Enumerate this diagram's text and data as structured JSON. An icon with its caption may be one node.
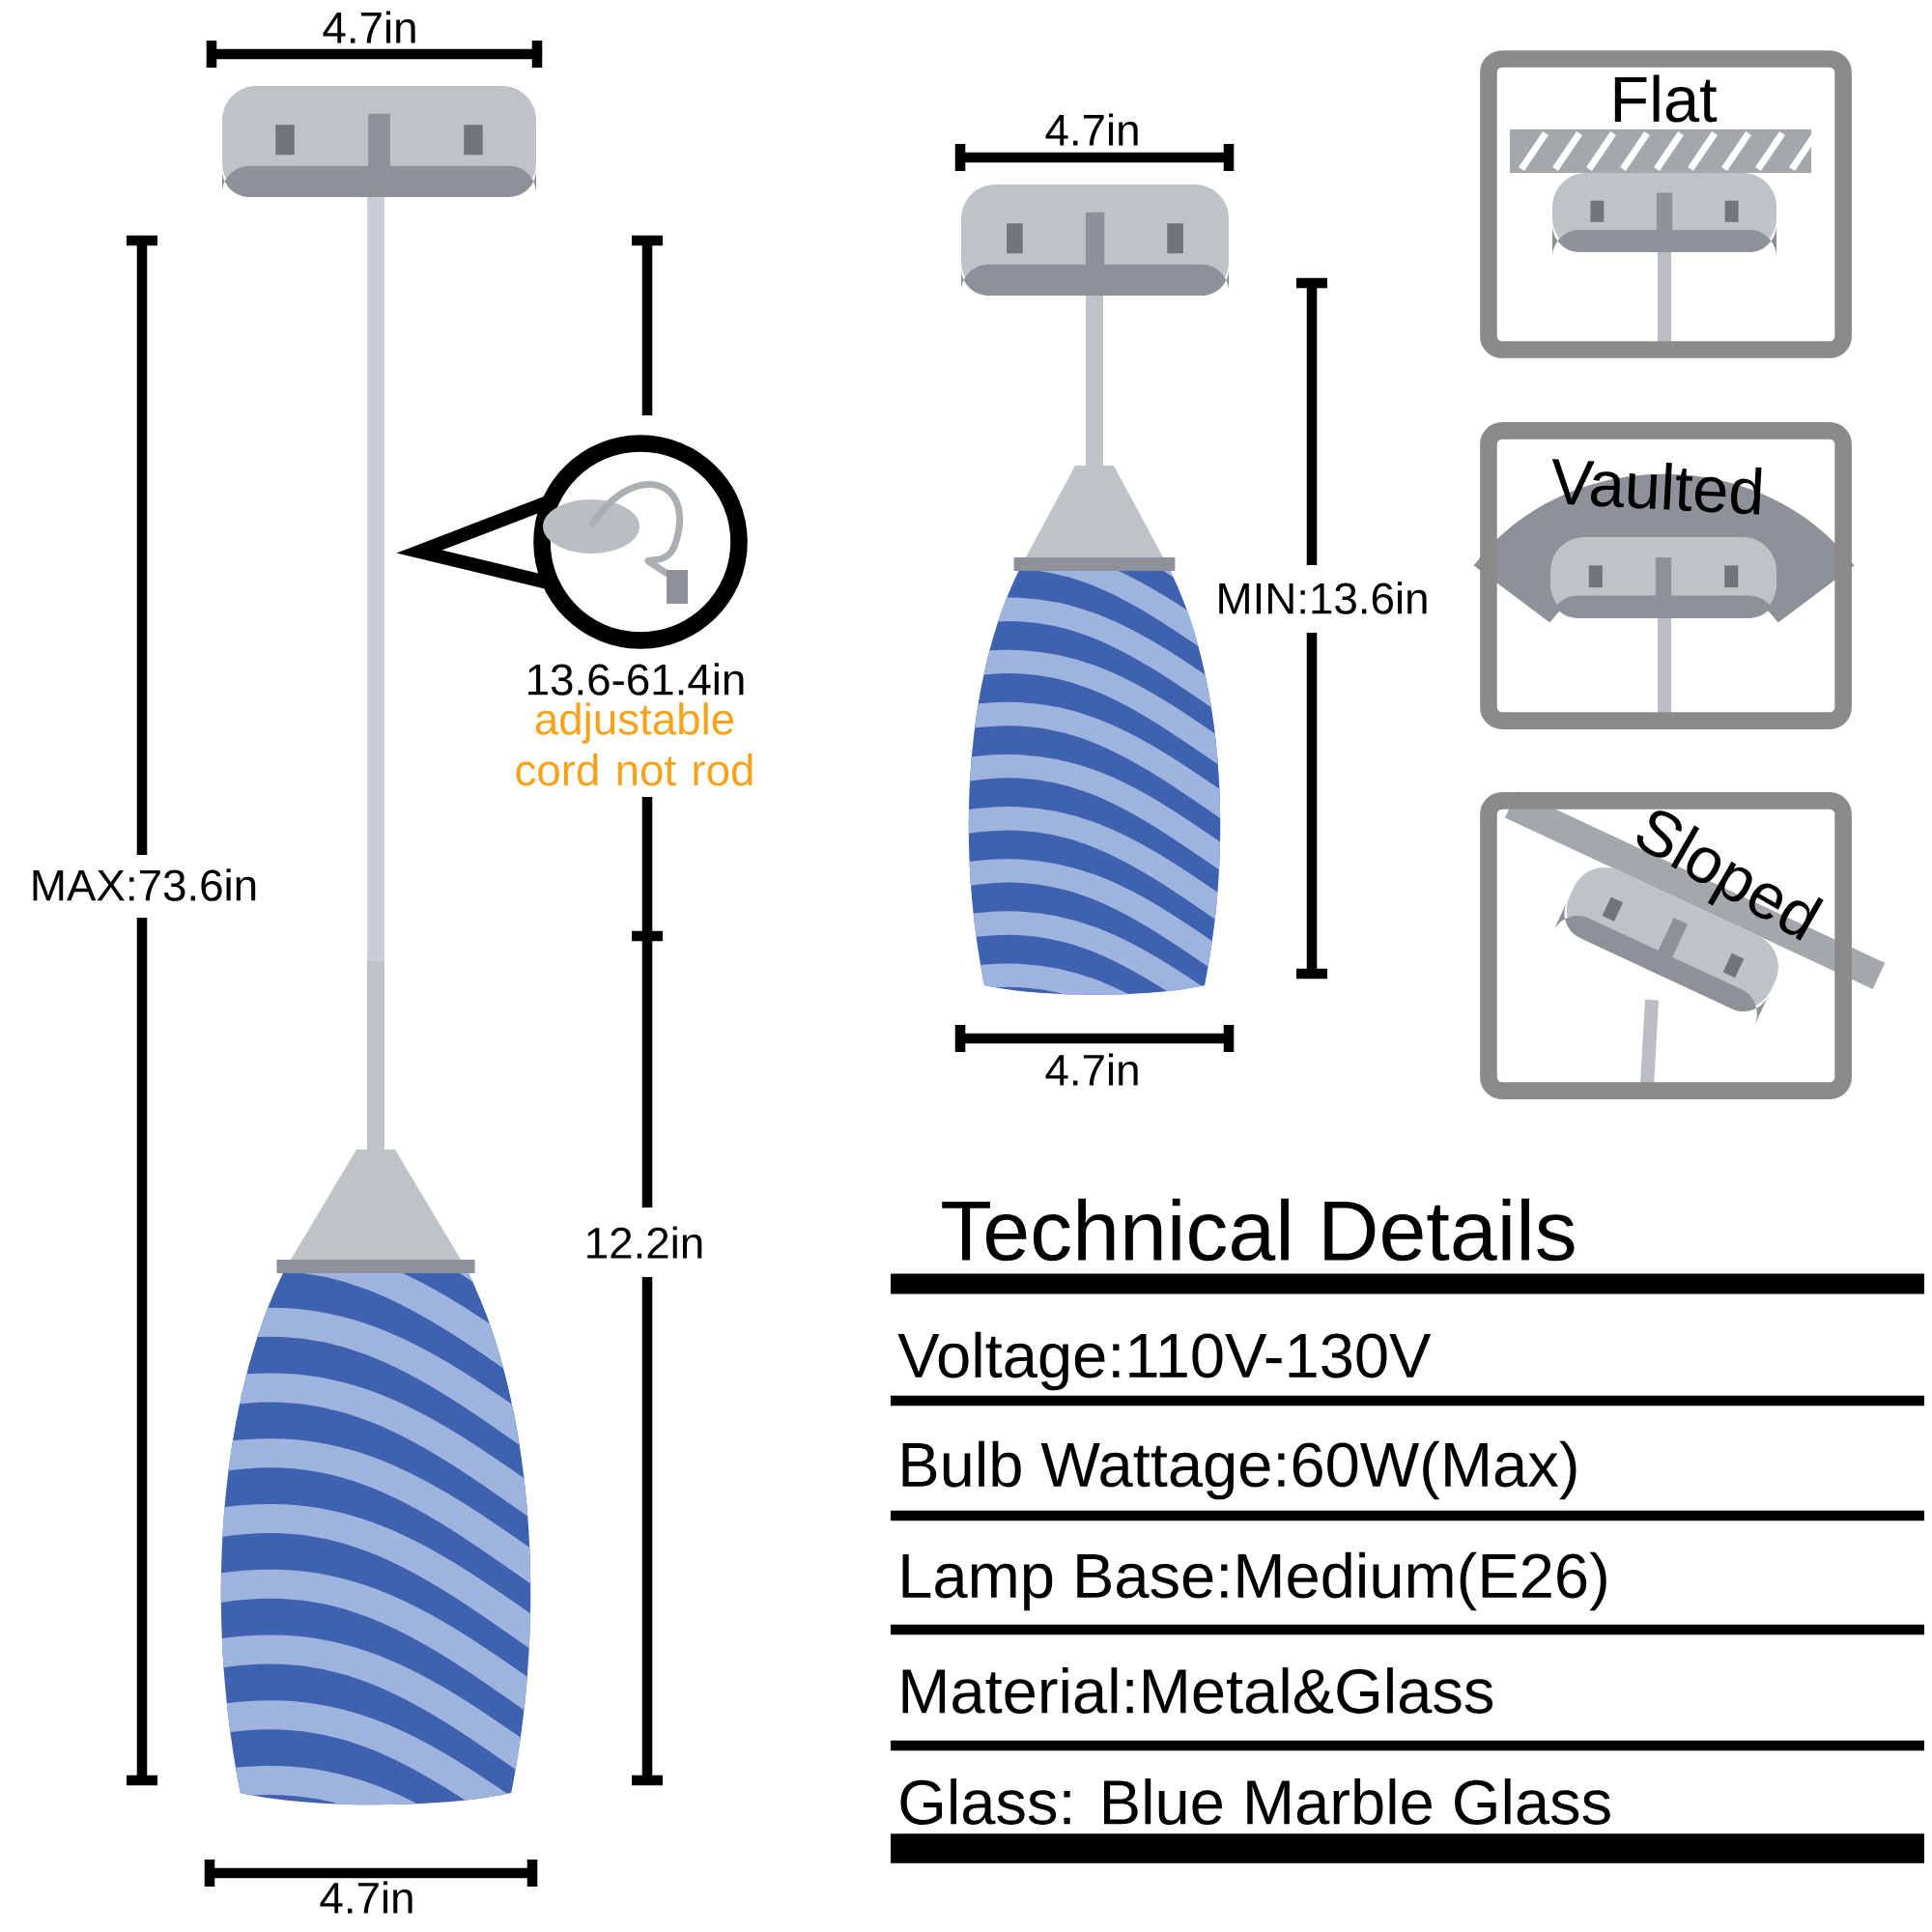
{
  "diagram": {
    "nodes": [
      {
        "text": [
          "Flat"
        ]
      },
      {
        "text": [
          "Vaulted"
        ]
      },
      {
        "text": [
          "Sloped"
        ]
      }
    ],
    "labels": [
      "4.7in",
      "MAX:73.6in",
      "13.6-61.4in",
      "adjustable cord not rod",
      "12.2in",
      "4.7in",
      "4.7in",
      "MIN:13.6in",
      "4.7in",
      "Technical Details",
      "Voltage:110V-130V",
      "Bulb Wattage:60W(Max)",
      "Lamp Base:Medium(E26)",
      "Material:Metal&Glass",
      "Glass: Blue Marble Glass"
    ]
  }
}
